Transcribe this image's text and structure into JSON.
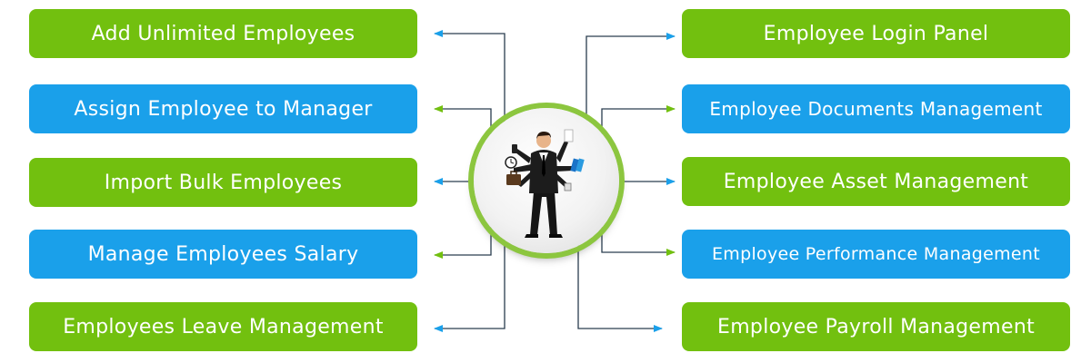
{
  "colors": {
    "green": "#72c00f",
    "blue": "#1aa0ea",
    "connector": "#2a3d4f"
  },
  "left_features": [
    {
      "label": "Add Unlimited Employees",
      "color": "green"
    },
    {
      "label": "Assign Employee to Manager",
      "color": "blue"
    },
    {
      "label": "Import Bulk Employees",
      "color": "green"
    },
    {
      "label": "Manage Employees Salary",
      "color": "blue"
    },
    {
      "label": "Employees Leave Management",
      "color": "green"
    }
  ],
  "right_features": [
    {
      "label": "Employee Login Panel",
      "color": "green"
    },
    {
      "label": "Employee Documents Management",
      "color": "blue"
    },
    {
      "label": "Employee Asset Management",
      "color": "green"
    },
    {
      "label": "Employee Performance Management",
      "color": "blue"
    },
    {
      "label": "Employee Payroll Management",
      "color": "green"
    }
  ],
  "hub": {
    "icon": "multitasking-businessman-icon"
  }
}
